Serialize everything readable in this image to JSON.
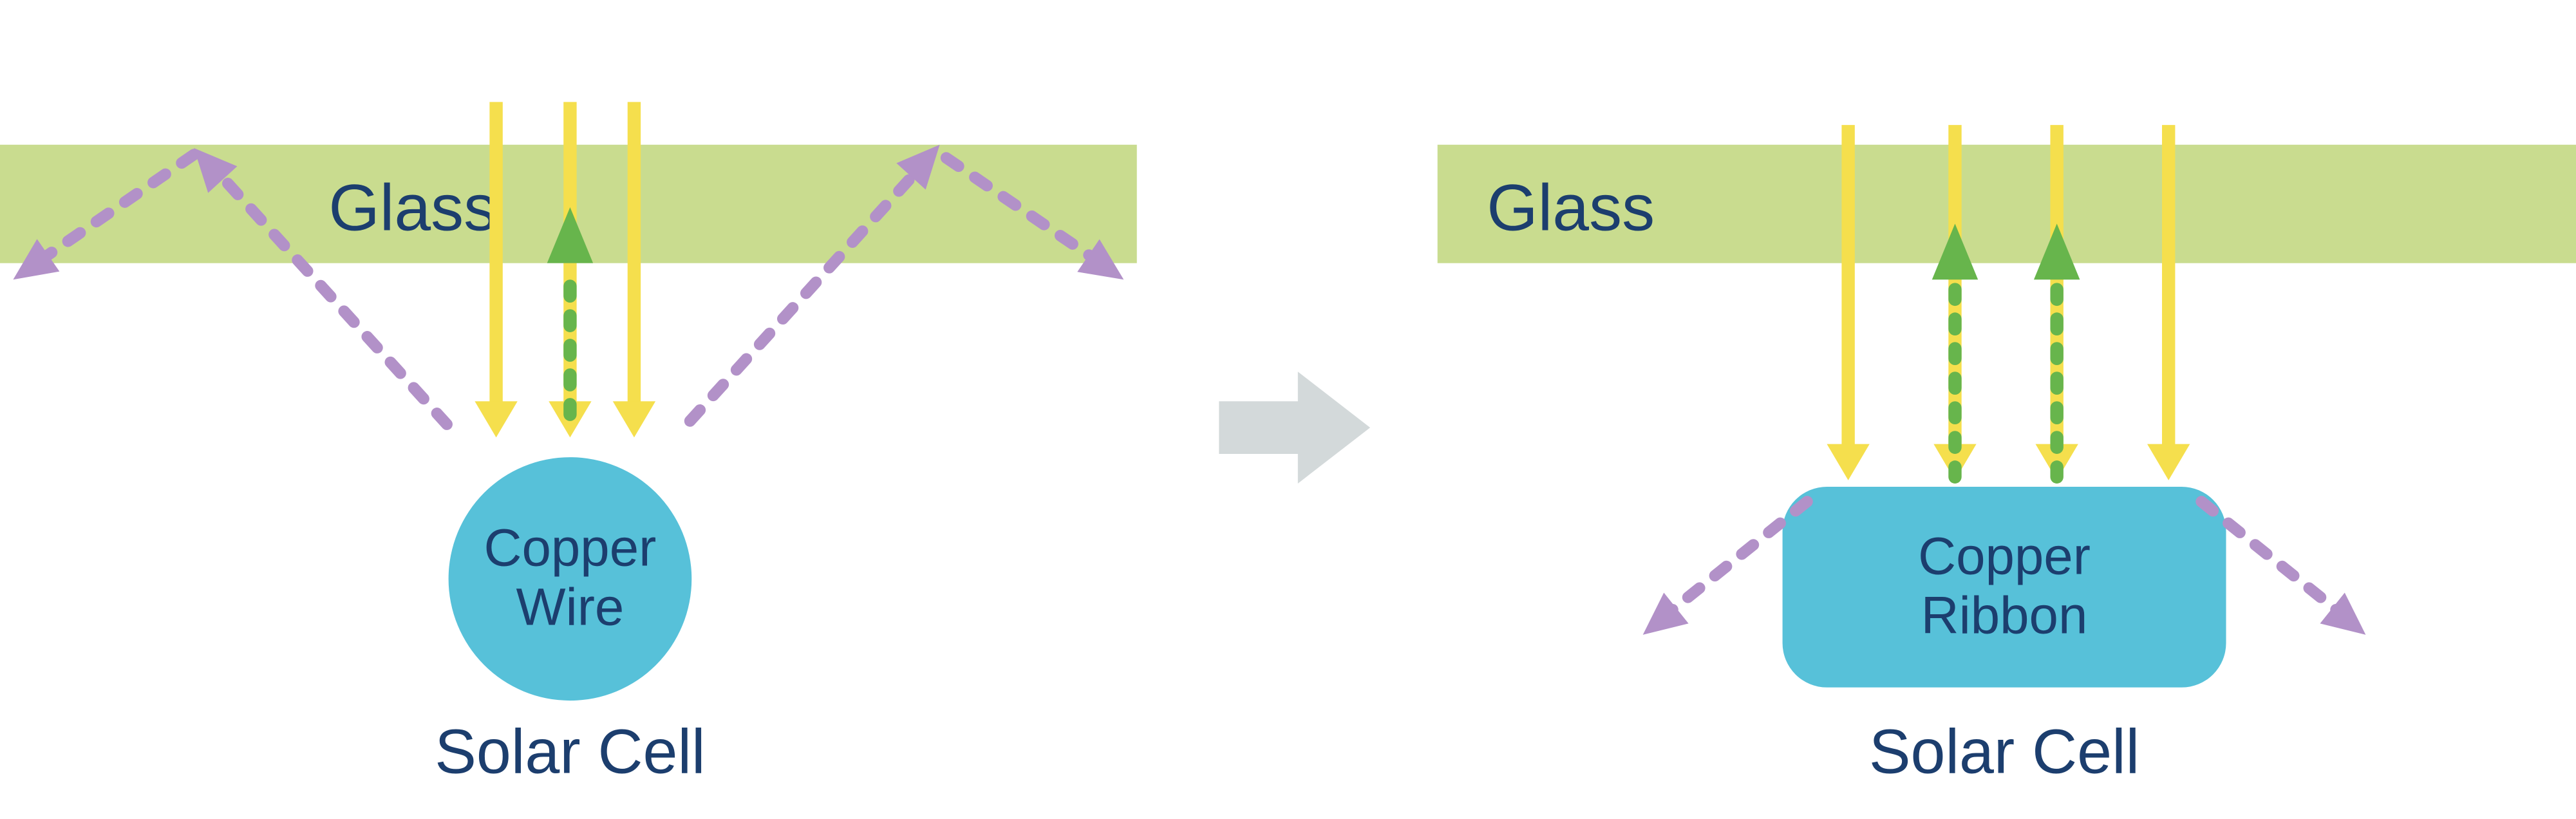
{
  "diagram": {
    "left": {
      "glass_label": "Glass",
      "component_line1": "Copper",
      "component_line2": "Wire",
      "caption": "Solar Cell"
    },
    "right": {
      "glass_label": "Glass",
      "component_line1": "Copper",
      "component_line2": "Ribbon",
      "caption": "Solar Cell"
    }
  },
  "colors": {
    "glass-green": "#c9dc8f",
    "navy-text": "#1c3e6e",
    "sunlight-yellow": "#f5df4d",
    "reflect-green": "#67b54c",
    "escape-purple": "#b291c8",
    "copper-blue": "#57c1d9",
    "transition-gray": "#d3d9da",
    "background": "#ffffff"
  }
}
